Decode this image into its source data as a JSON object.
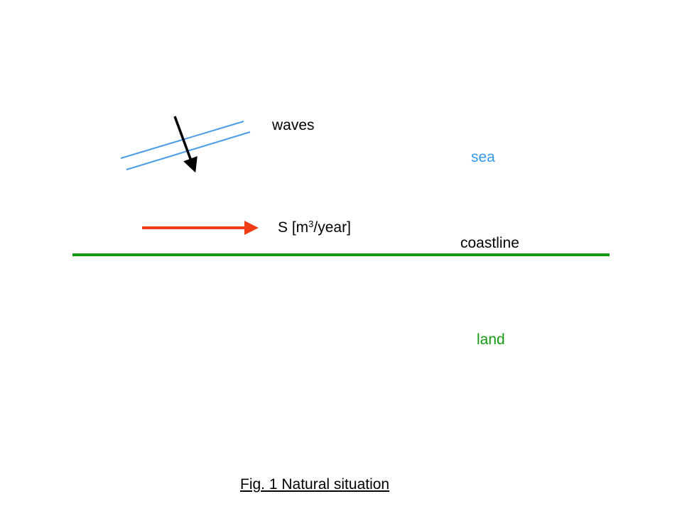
{
  "labels": {
    "waves": "waves",
    "sea": "sea",
    "transport_prefix": "S [m",
    "transport_exp": "3",
    "transport_suffix": "/year]",
    "coastline": "coastline",
    "land": "land"
  },
  "caption": "Fig. 1 Natural situation",
  "colors": {
    "wave_crest": "#4a9de8",
    "wave_direction": "#000000",
    "transport_arrow": "#f03c14",
    "coastline": "#119911",
    "sea_text": "#3399ee",
    "land_text": "#119911"
  }
}
